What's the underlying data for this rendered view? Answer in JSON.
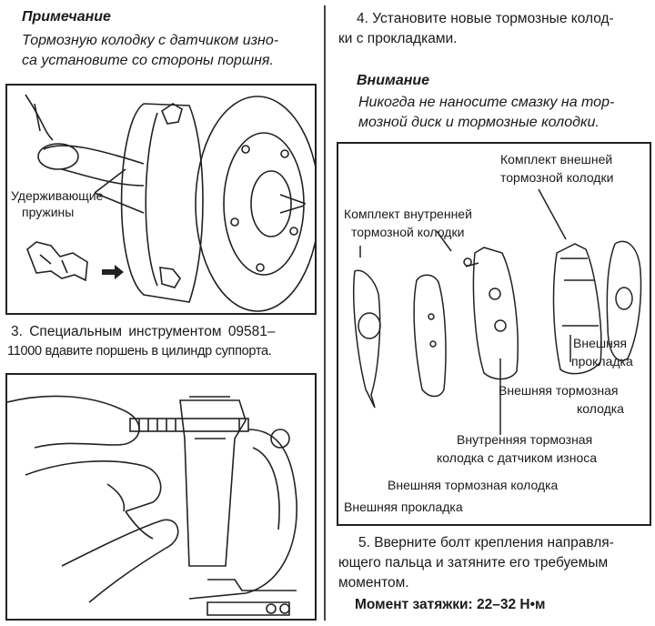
{
  "left_column": {
    "note": {
      "title": "Примечание",
      "text_line1": "Тормозную колодку с датчиком изно-",
      "text_line2": "са установите со стороны поршня."
    },
    "figure1": {
      "label_line1": "Удерживающие",
      "label_line2": "пружины"
    },
    "step3": {
      "line1": "3. Специальным инструментом 09581–",
      "line2": "11000 вдавите поршень в цилиндр суппорта."
    }
  },
  "right_column": {
    "step4": {
      "line1": "4. Установите новые тормозные колод-",
      "line2": "ки с прокладками."
    },
    "attention": {
      "title": "Внимание",
      "text_line1": "Никогда не наносите смазку на тор-",
      "text_line2": "мозной диск и тормозные колодки."
    },
    "figure3": {
      "outer_kit_line1": "Комплект внешней",
      "outer_kit_line2": "тормозной колодки",
      "inner_kit_line1": "Комплект внутренней",
      "inner_kit_line2": "тормозной колодки",
      "outer_shim_line1": "Внешняя",
      "outer_shim_line2": "прокладка",
      "outer_pad_line1": "Внешняя тормозная",
      "outer_pad_line2": "колодка",
      "inner_pad_sensor_line1": "Внутренняя тормозная",
      "inner_pad_sensor_line2": "колодка с датчиком износа",
      "outer_pad_bottom": "Внешняя тормозная колодка",
      "outer_shim_bottom": "Внешняя прокладка"
    },
    "step5": {
      "line1": "5. Вверните болт крепления направля-",
      "line2": "ющего пальца и затяните его требуемым",
      "line3": "моментом."
    },
    "torque": "Момент затяжки: 22–32 Н•м"
  }
}
